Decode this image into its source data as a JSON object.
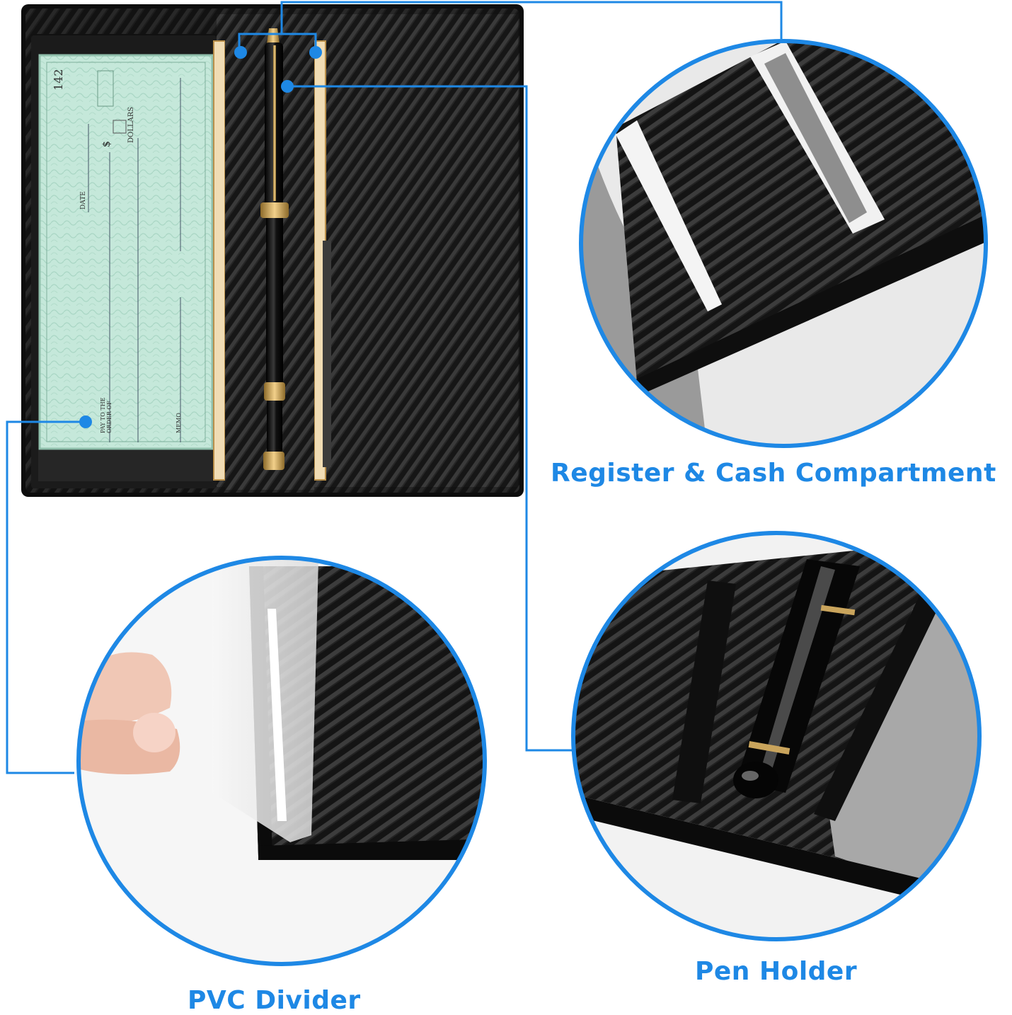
{
  "colors": {
    "accent": "#1e88e5",
    "leather": "#1a1a1a",
    "check": "#bfe3d4",
    "gold": "#c9a45c"
  },
  "check": {
    "number": "142",
    "date_label": "DATE",
    "dollar_sign": "$",
    "dollars_label": "DOLLARS",
    "payee_label_1": "PAY TO THE",
    "payee_label_2": "ORDER OF",
    "memo_label": "MEMO"
  },
  "captions": {
    "register": "Register & Cash Compartment",
    "pen": "Pen Holder",
    "pvc": "PVC Divider"
  },
  "icons": {
    "callout": "callout-dot-icon"
  }
}
